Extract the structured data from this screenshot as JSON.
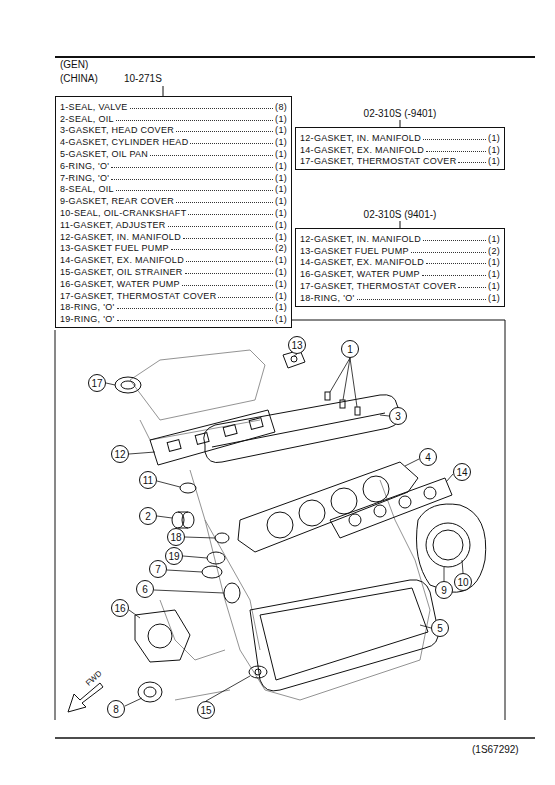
{
  "diagram": {
    "nodes": [
      {
        "text": [
          "10-271S",
          "1-SEAL, VALVE",
          "(8)",
          "2-SEAL, OIL",
          "(1)",
          "3-GASKET, HEAD COVER",
          "(1)",
          "4-GASKET, CYLINDER HEAD",
          "(1)",
          "5-GASKET, OIL PAN",
          "(1)",
          "6-RING, 'O'",
          "(1)",
          "7-RING, 'O'",
          "(1)",
          "8-SEAL, OIL",
          "(1)",
          "9-GASKET, REAR COVER",
          "(1)",
          "10-SEAL, OIL-CRANKSHAFT",
          "(1)",
          "11-GASKET, ADJUSTER",
          "(1)",
          "12-GASKET, IN. MANIFOLD",
          "(1)",
          "13-GASKET FUEL PUMP",
          "(2)",
          "14-GASKET, EX. MANIFOLD",
          "(1)",
          "15-GASKET, OIL STRAINER",
          "(1)",
          "16-GASKET, WATER PUMP",
          "(1)",
          "17-GASKET, THERMOSTAT COVER",
          "(1)",
          "18-RING, 'O'",
          "(1)",
          "19-RING, 'O'",
          "(1)"
        ]
      },
      {
        "text": [
          "02-310S (-9401)",
          "12-GASKET, IN. MANIFOLD",
          "(1)",
          "14-GASKET, EX. MANIFOLD",
          "(1)",
          "17-GASKET, THERMOSTAT COVER",
          "(1)"
        ]
      },
      {
        "text": [
          "02-310S (9401-)",
          "12-GASKET, IN. MANIFOLD",
          "(1)",
          "13-GASKET FUEL PUMP",
          "(2)",
          "14-GASKET, EX. MANIFOLD",
          "(1)",
          "16-GASKET, WATER PUMP",
          "(1)",
          "17-GASKET, THERMOSTAT COVER",
          "(1)",
          "18-RING, 'O'",
          "(1)"
        ]
      },
      {
        "text": [
          "17"
        ]
      },
      {
        "text": [
          "13"
        ]
      },
      {
        "text": [
          "1"
        ]
      },
      {
        "text": [
          "3"
        ]
      },
      {
        "text": [
          "12"
        ]
      },
      {
        "text": [
          "4"
        ]
      },
      {
        "text": [
          "14"
        ]
      },
      {
        "text": [
          "11"
        ]
      },
      {
        "text": [
          "2"
        ]
      },
      {
        "text": [
          "18"
        ]
      },
      {
        "text": [
          "19"
        ]
      },
      {
        "text": [
          "7"
        ]
      },
      {
        "text": [
          "6"
        ]
      },
      {
        "text": [
          "16"
        ]
      },
      {
        "text": [
          "9"
        ]
      },
      {
        "text": [
          "10"
        ]
      },
      {
        "text": [
          "5"
        ]
      },
      {
        "text": [
          "8"
        ]
      },
      {
        "text": [
          "15"
        ]
      }
    ],
    "edges": [],
    "labels": [
      "(GEN)",
      "(CHINA)",
      "FWD",
      "(1S67292)"
    ]
  }
}
